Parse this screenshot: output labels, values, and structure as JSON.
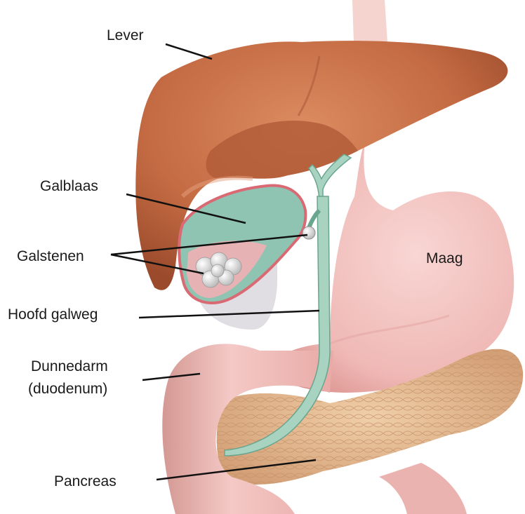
{
  "labels": {
    "liver": "Lever",
    "gallbladder": "Galblaas",
    "gallstones": "Galstenen",
    "common_bile_duct": "Hoofd galweg",
    "duodenum_line1": "Dunnedarm",
    "duodenum_line2": "(duodenum)",
    "stomach": "Maag",
    "pancreas": "Pancreas"
  },
  "colors": {
    "liver": "#c8714a",
    "liver_dark": "#9a4f30",
    "stomach": "#f3c6c4",
    "stomach_shadow": "#d9958f",
    "bile": "#a7d3c0",
    "bile_dark": "#6aa58e",
    "gallbladder_wall": "#d96a74",
    "stone": "#f2f2f2",
    "pancreas": "#e6b990",
    "esophagus": "#f6d2cc"
  }
}
